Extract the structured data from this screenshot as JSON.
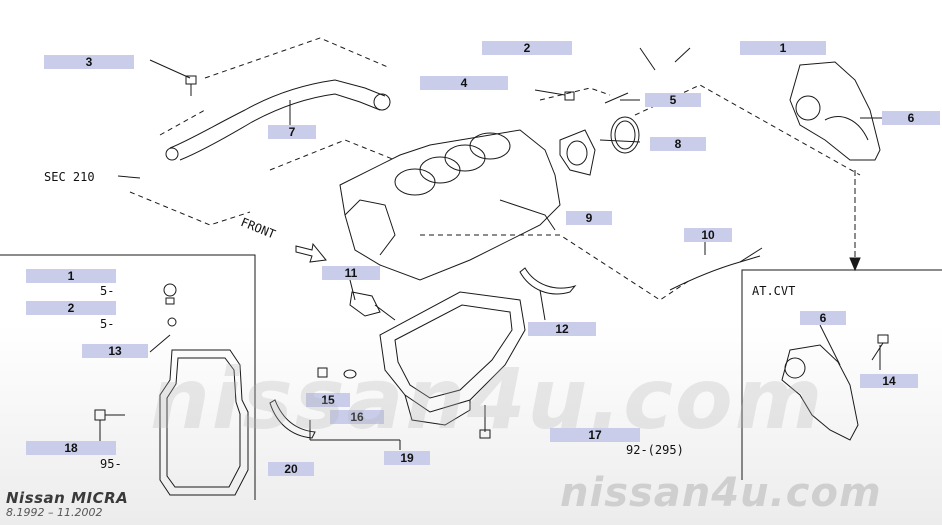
{
  "callouts": [
    {
      "id": "c-1a",
      "label": "1"
    },
    {
      "id": "c-2a",
      "label": "2"
    },
    {
      "id": "c-3",
      "label": "3"
    },
    {
      "id": "c-4",
      "label": "4"
    },
    {
      "id": "c-5",
      "label": "5"
    },
    {
      "id": "c-6a",
      "label": "6"
    },
    {
      "id": "c-7",
      "label": "7"
    },
    {
      "id": "c-8",
      "label": "8"
    },
    {
      "id": "c-9",
      "label": "9"
    },
    {
      "id": "c-10",
      "label": "10"
    },
    {
      "id": "c-11",
      "label": "11"
    },
    {
      "id": "c-12",
      "label": "12"
    },
    {
      "id": "c-1b",
      "label": "1"
    },
    {
      "id": "c-2b",
      "label": "2"
    },
    {
      "id": "c-13",
      "label": "13"
    },
    {
      "id": "c-18",
      "label": "18"
    },
    {
      "id": "c-15",
      "label": "15"
    },
    {
      "id": "c-16",
      "label": "16"
    },
    {
      "id": "c-17",
      "label": "17"
    },
    {
      "id": "c-19",
      "label": "19"
    },
    {
      "id": "c-20",
      "label": "20"
    },
    {
      "id": "c-6b",
      "label": "6"
    },
    {
      "id": "c-14",
      "label": "14"
    }
  ],
  "marks": {
    "sec": "SEC 210",
    "front": "FRONT",
    "five_a": "5-",
    "five_b": "5-",
    "ninety_five": "95-",
    "ref": "92-(295)",
    "at_cvt": "AT.CVT"
  },
  "brand": {
    "title": "Nissan MICRA",
    "years": "8.1992 – 11.2002",
    "watermark": "nissan4u.com"
  },
  "colors": {
    "callout_bg": "#c9cdea",
    "line": "#1a1a1a",
    "watermark": "#cfcfcf"
  }
}
